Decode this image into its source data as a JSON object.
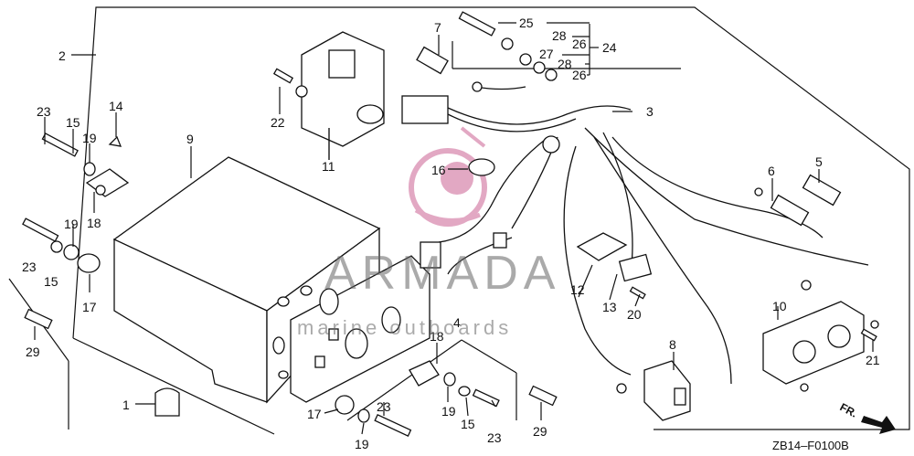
{
  "watermark": {
    "brand": "ARMADA",
    "tagline": "marine outboards",
    "logo_color": "#d98bb0"
  },
  "diagram_code": "ZB14–F0100B",
  "front_indicator": "FR.",
  "callouts": {
    "c1": "1",
    "c2": "2",
    "c3": "3",
    "c4": "4",
    "c5": "5",
    "c6": "6",
    "c7": "7",
    "c8": "8",
    "c9": "9",
    "c10": "10",
    "c11": "11",
    "c12": "12",
    "c13": "13",
    "c14": "14",
    "c15a": "15",
    "c15b": "15",
    "c15c": "15",
    "c16": "16",
    "c17a": "17",
    "c17b": "17",
    "c18a": "18",
    "c18b": "18",
    "c19a": "19",
    "c19b": "19",
    "c19c": "19",
    "c19d": "19",
    "c20": "20",
    "c21": "21",
    "c22": "22",
    "c23a": "23",
    "c23b": "23",
    "c23c": "23",
    "c23d": "23",
    "c24": "24",
    "c25": "25",
    "c26a": "26",
    "c26b": "26",
    "c27": "27",
    "c28a": "28",
    "c28b": "28",
    "c29a": "29",
    "c29b": "29"
  }
}
